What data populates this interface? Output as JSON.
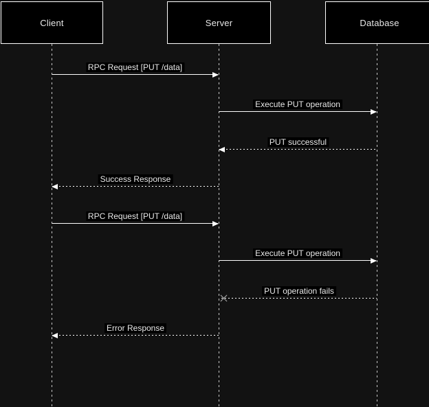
{
  "diagram": {
    "type": "sequence",
    "actors": [
      {
        "id": "client",
        "label": "Client"
      },
      {
        "id": "server",
        "label": "Server"
      },
      {
        "id": "database",
        "label": "Database"
      }
    ],
    "messages": [
      {
        "label": "RPC Request [PUT /data]",
        "from": "Client",
        "to": "Server",
        "line": "solid",
        "end": "arrow"
      },
      {
        "label": "Execute PUT operation",
        "from": "Server",
        "to": "Database",
        "line": "solid",
        "end": "arrow"
      },
      {
        "label": "PUT successful",
        "from": "Database",
        "to": "Server",
        "line": "dashed",
        "end": "arrow"
      },
      {
        "label": "Success Response",
        "from": "Server",
        "to": "Client",
        "line": "dashed",
        "end": "arrow"
      },
      {
        "label": "RPC Request [PUT /data]",
        "from": "Client",
        "to": "Server",
        "line": "solid",
        "end": "arrow"
      },
      {
        "label": "Execute PUT operation",
        "from": "Server",
        "to": "Database",
        "line": "solid",
        "end": "arrow"
      },
      {
        "label": "PUT operation fails",
        "from": "Database",
        "to": "Server",
        "line": "dashed",
        "end": "cross"
      },
      {
        "label": "Error Response",
        "from": "Server",
        "to": "Client",
        "line": "dashed",
        "end": "arrow"
      }
    ],
    "colors": {
      "background": "#121212",
      "actor_fill": "#000000",
      "actor_border": "#ffffff",
      "line": "#ffffff",
      "text": "#e8e8e8",
      "label_bg": "#000000",
      "cross": "#b0b0b0"
    }
  }
}
